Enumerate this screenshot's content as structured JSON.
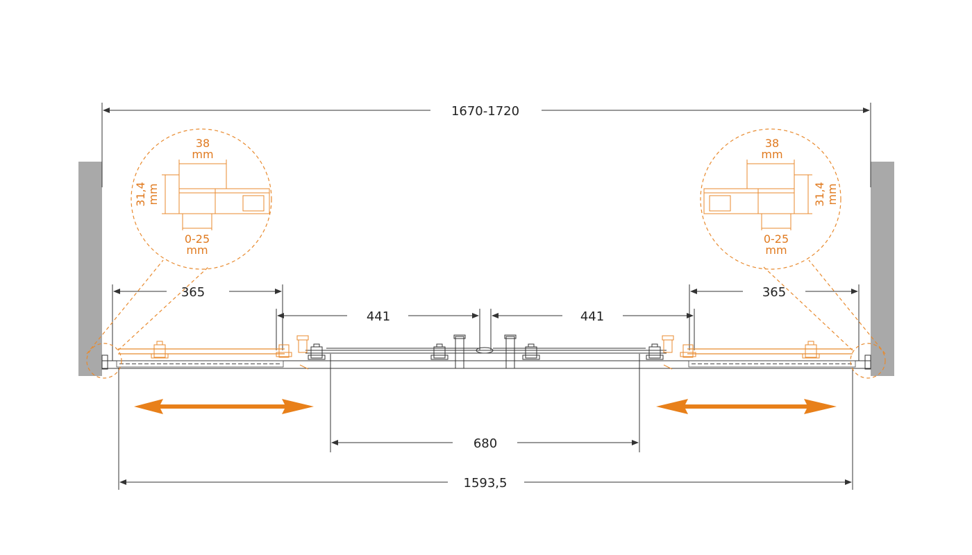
{
  "dimensions": {
    "overall_opening": "1670-1720",
    "left_fixed": "365",
    "right_fixed": "365",
    "left_door": "441",
    "right_door": "441",
    "passage": "680",
    "glass_total": "1593,5"
  },
  "detail_left": {
    "width": "38",
    "width_unit": "mm",
    "height": "31,4",
    "height_unit": "mm",
    "adjust": "0-25",
    "adjust_unit": "mm"
  },
  "detail_right": {
    "width": "38",
    "width_unit": "mm",
    "height": "31,4",
    "height_unit": "mm",
    "adjust": "0-25",
    "adjust_unit": "mm"
  },
  "colors": {
    "accent": "#e88a2e",
    "wall": "#a9a9a9",
    "line": "#333333"
  }
}
